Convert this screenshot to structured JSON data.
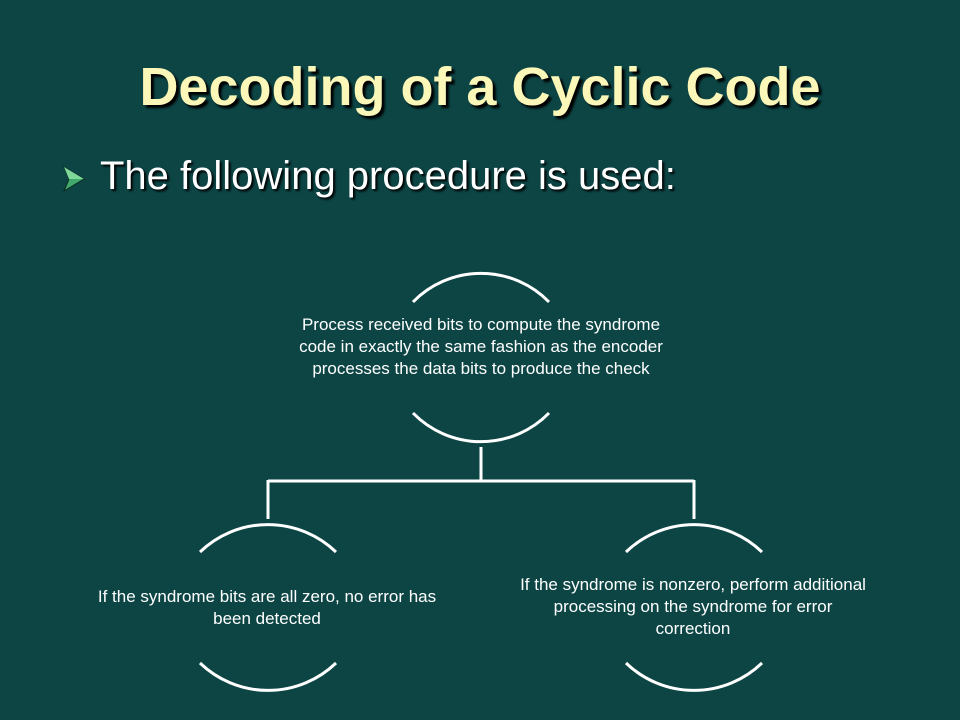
{
  "slide": {
    "title": "Decoding of a Cyclic Code",
    "bullet": "The following procedure is used:"
  },
  "diagram": {
    "root": "Process received bits to compute the syndrome code in exactly the same fashion as the encoder processes the data bits to produce the check",
    "left": "If the syndrome bits are all zero, no error has been detected",
    "right": "If the syndrome is nonzero, perform additional processing on the syndrome for error correction"
  },
  "colors": {
    "background": "#0d4545",
    "title": "#fbf7b8",
    "bullet_arrow": "#3fa86a",
    "lines": "#ffffff"
  }
}
